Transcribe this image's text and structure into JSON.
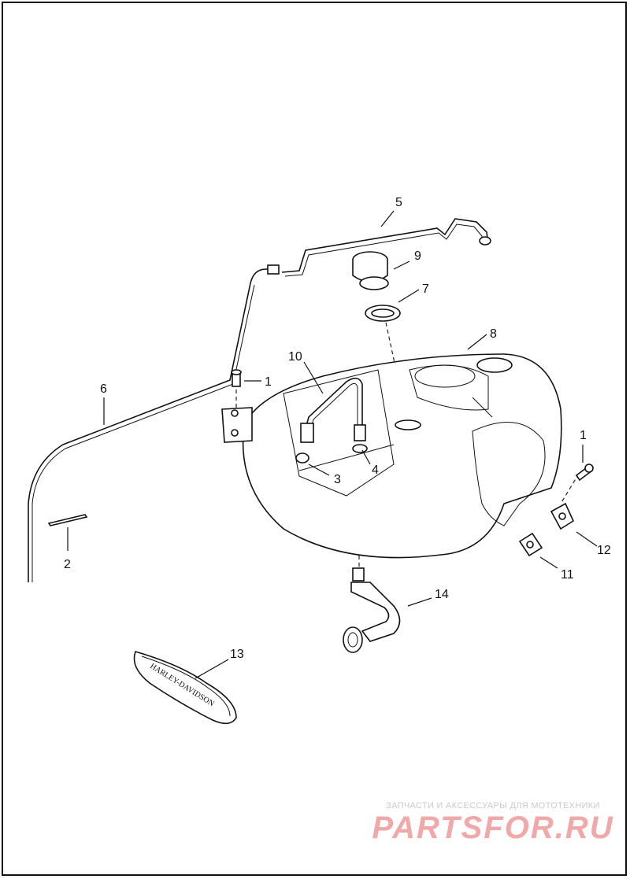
{
  "diagram": {
    "callouts": [
      {
        "id": "c1a",
        "label": "1"
      },
      {
        "id": "c1b",
        "label": "1"
      },
      {
        "id": "c2",
        "label": "2"
      },
      {
        "id": "c3",
        "label": "3"
      },
      {
        "id": "c4",
        "label": "4"
      },
      {
        "id": "c5",
        "label": "5"
      },
      {
        "id": "c6",
        "label": "6"
      },
      {
        "id": "c7",
        "label": "7"
      },
      {
        "id": "c8",
        "label": "8"
      },
      {
        "id": "c9",
        "label": "9"
      },
      {
        "id": "c10",
        "label": "10"
      },
      {
        "id": "c11",
        "label": "11"
      },
      {
        "id": "c12",
        "label": "12"
      },
      {
        "id": "c13",
        "label": "13"
      },
      {
        "id": "c14",
        "label": "14"
      }
    ],
    "emblem_text": "HARLEY-DAVIDSON"
  },
  "watermark": {
    "tagline": "ЗАПЧАСТИ И АКСЕССУАРЫ ДЛЯ МОТОТЕХНИКИ",
    "logo": "PARTSFOR.RU"
  },
  "colors": {
    "line": "#111111",
    "watermark_logo": "#f0a8a8",
    "watermark_text": "#c9c9c9"
  }
}
